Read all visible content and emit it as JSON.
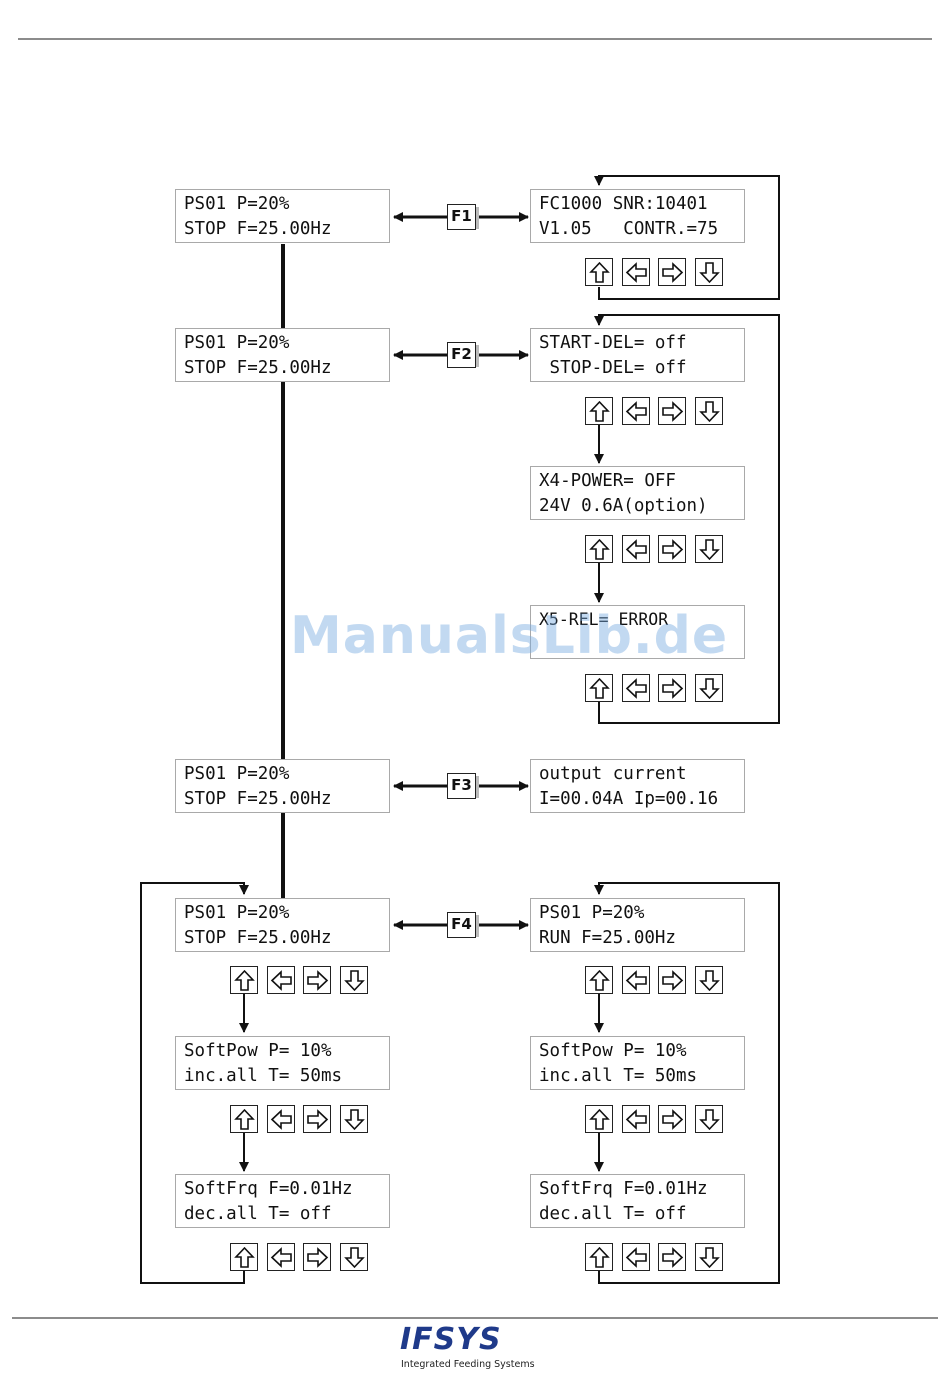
{
  "displays": {
    "main_f1": {
      "line1": "PS01 P=20%",
      "line2": "STOP F=25.00Hz"
    },
    "info_f1": {
      "line1": "FC1000 SNR:10401",
      "line2": "V1.05   CONTR.=75"
    },
    "main_f2": {
      "line1": "PS01 P=20%",
      "line2": "STOP F=25.00Hz"
    },
    "startdel": {
      "line1": "START-DEL= off",
      "line2": " STOP-DEL= off"
    },
    "x4power": {
      "line1": "X4-POWER= OFF",
      "line2": "24V 0.6A(option)"
    },
    "x5rel": {
      "line1": "X5-REL= ERROR",
      "line2": ""
    },
    "main_f3": {
      "line1": "PS01 P=20%",
      "line2": "STOP F=25.00Hz"
    },
    "current": {
      "line1": "output current",
      "line2": "I=00.04A Ip=00.16"
    },
    "main_f4": {
      "line1": "PS01 P=20%",
      "line2": "STOP F=25.00Hz"
    },
    "run_f4": {
      "line1": "PS01 P=20%",
      "line2": "RUN F=25.00Hz"
    },
    "softpow_stop": {
      "line1": "SoftPow P= 10%",
      "line2": "inc.all T= 50ms"
    },
    "softpow_run": {
      "line1": "SoftPow P= 10%",
      "line2": "inc.all T= 50ms"
    },
    "softfrq_stop": {
      "line1": "SoftFrq F=0.01Hz",
      "line2": "dec.all T= off"
    },
    "softfrq_run": {
      "line1": "SoftFrq F=0.01Hz",
      "line2": "dec.all T= off"
    }
  },
  "function_keys": {
    "f1": "F1",
    "f2": "F2",
    "f3": "F3",
    "f4": "F4"
  },
  "key_icons": [
    "arrow-up-icon",
    "arrow-left-icon",
    "arrow-right-icon",
    "arrow-down-icon"
  ],
  "watermark": "ManualsLib.de",
  "logo": {
    "brand": "IFSYS",
    "tagline": "Integrated Feeding Systems"
  },
  "colors": {
    "line": "#111111",
    "rule": "#8c8c8c",
    "brand": "#1f3a8a"
  }
}
